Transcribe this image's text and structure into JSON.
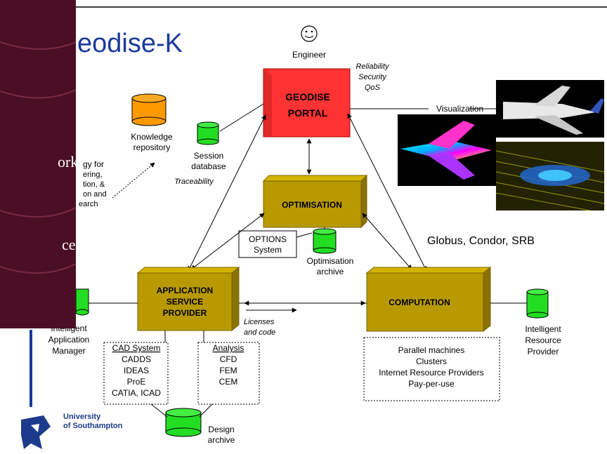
{
  "title": "eodise-K",
  "sidebar": {
    "fragment1": "ork",
    "fragment2": "ce"
  },
  "engineer": {
    "label": "Engineer"
  },
  "reliability": {
    "line1": "Reliability",
    "line2": "Security",
    "line3": "QoS"
  },
  "portal": {
    "line1": "GEODISE",
    "line2": "PORTAL"
  },
  "visualization": {
    "label": "Visualization"
  },
  "knowledge": {
    "line1": "Knowledge",
    "line2": "repository"
  },
  "session": {
    "line1": "Session",
    "line2": "database",
    "traceability": "Traceability"
  },
  "ontology": {
    "line1": "gy for",
    "line2": "ering,",
    "line3": "tion, &",
    "line4": "on and",
    "line5": "earch"
  },
  "optimisation": {
    "label": "OPTIMISATION"
  },
  "options": {
    "line1": "OPTIONS",
    "line2": "System"
  },
  "optarchive": {
    "line1": "Optimisation",
    "line2": "archive"
  },
  "globus": {
    "label": "Globus, Condor, SRB"
  },
  "asp": {
    "line1": "APPLICATION",
    "line2": "SERVICE",
    "line3": "PROVIDER"
  },
  "licenses": {
    "line1": "Licenses",
    "line2": "and code"
  },
  "computation": {
    "label": "COMPUTATION"
  },
  "iam": {
    "line1": "Intelligent",
    "line2": "Application",
    "line3": "Manager"
  },
  "irp": {
    "line1": "Intelligent",
    "line2": "Resource",
    "line3": "Provider"
  },
  "cad": {
    "header": "CAD System",
    "items": [
      "CADDS",
      "IDEAS",
      "ProE",
      "CATIA, ICAD"
    ]
  },
  "analysis": {
    "header": "Analysis",
    "items": [
      "CFD",
      "FEM",
      "CEM"
    ]
  },
  "resources": {
    "items": [
      "Parallel machines",
      "Clusters",
      "Internet Resource Providers",
      "Pay-per-use"
    ]
  },
  "design_archive": {
    "line1": "Design",
    "line2": "archive"
  },
  "university": {
    "line1": "University",
    "line2": "of Southampton"
  },
  "colors": {
    "portal": "#ff3333",
    "box": "#b89a00",
    "cylinder_green": "#22dd22",
    "cylinder_orange": "#ff9900",
    "sidebar": "#4a0f24",
    "title": "#1a3a9c",
    "uni": "#1d3a8c"
  }
}
